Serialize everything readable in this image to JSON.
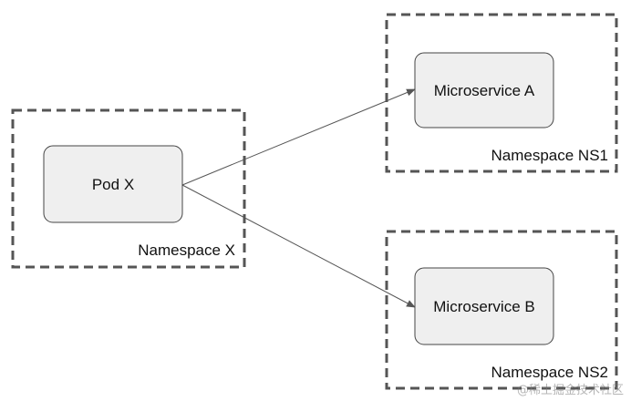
{
  "diagram": {
    "namespaces": [
      {
        "id": "x",
        "label": "Namespace X"
      },
      {
        "id": "ns1",
        "label": "Namespace NS1"
      },
      {
        "id": "ns2",
        "label": "Namespace NS2"
      }
    ],
    "nodes": [
      {
        "id": "pod-x",
        "label": "Pod X",
        "namespace": "x"
      },
      {
        "id": "ms-a",
        "label": "Microservice A",
        "namespace": "ns1"
      },
      {
        "id": "ms-b",
        "label": "Microservice B",
        "namespace": "ns2"
      }
    ],
    "edges": [
      {
        "from": "pod-x",
        "to": "ms-a"
      },
      {
        "from": "pod-x",
        "to": "ms-b"
      }
    ]
  },
  "watermark": "@稀土掘金技术社区",
  "colors": {
    "node_fill": "#efefef",
    "node_stroke": "#444444",
    "namespace_stroke": "#555555",
    "edge": "#555555",
    "text": "#111111"
  }
}
